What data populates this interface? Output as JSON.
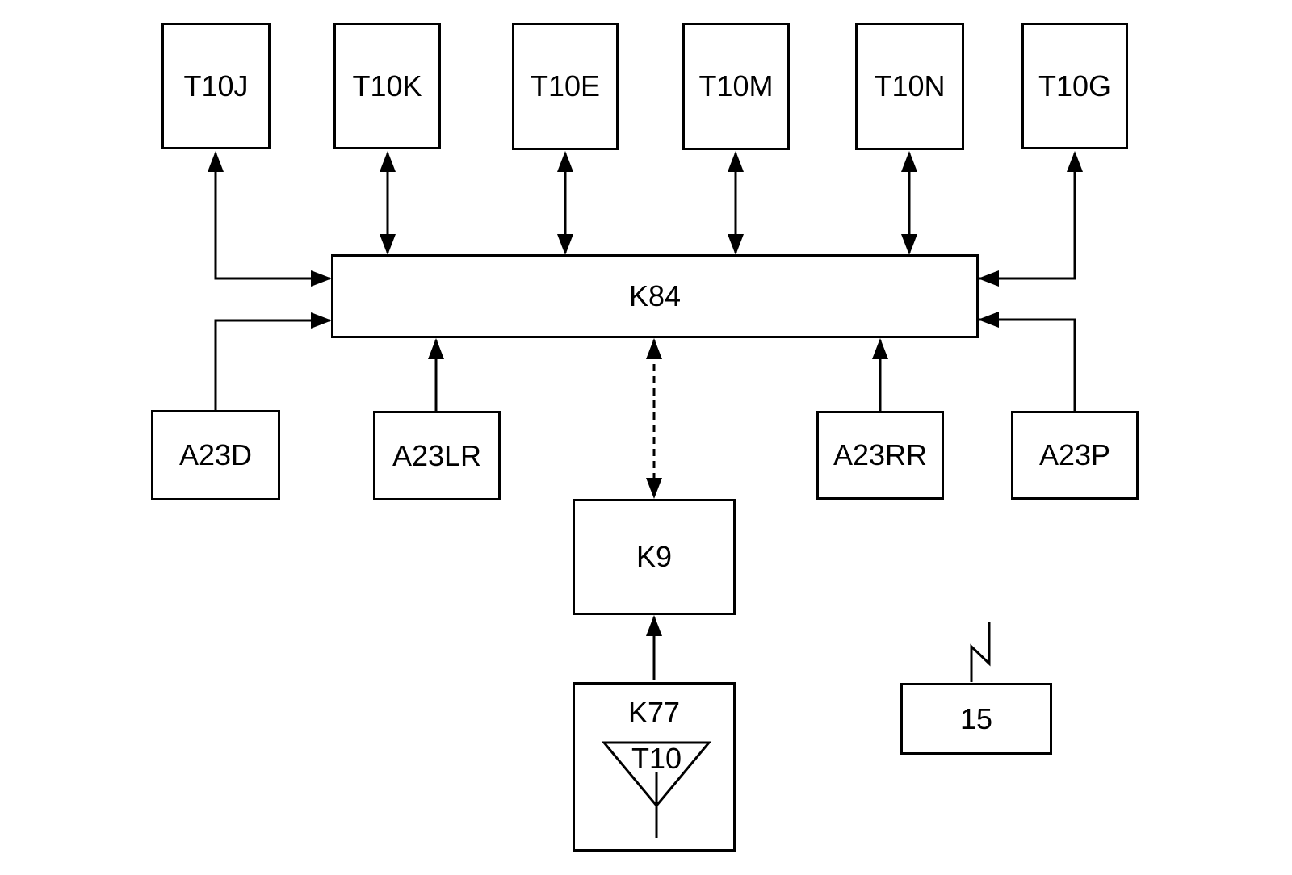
{
  "figure": {
    "background_color": "#ffffff",
    "line_color": "#000000",
    "nodes": {
      "t10j": {
        "label": "T10J"
      },
      "t10k": {
        "label": "T10K"
      },
      "t10e": {
        "label": "T10E"
      },
      "t10m": {
        "label": "T10M"
      },
      "t10n": {
        "label": "T10N"
      },
      "t10g": {
        "label": "T10G"
      },
      "k84": {
        "label": "K84"
      },
      "a23d": {
        "label": "A23D"
      },
      "a23lr": {
        "label": "A23LR"
      },
      "a23rr": {
        "label": "A23RR"
      },
      "a23p": {
        "label": "A23P"
      },
      "k9": {
        "label": "K9"
      },
      "k77": {
        "label": "K77"
      },
      "t10": {
        "label": "T10"
      },
      "unit15": {
        "label": "15"
      }
    },
    "edges": [
      {
        "from": "T10J",
        "to": "K84",
        "style": "solid",
        "arrows": "both",
        "shape": "elbow"
      },
      {
        "from": "T10K",
        "to": "K84",
        "style": "solid",
        "arrows": "both",
        "shape": "straight"
      },
      {
        "from": "T10E",
        "to": "K84",
        "style": "solid",
        "arrows": "both",
        "shape": "straight"
      },
      {
        "from": "T10M",
        "to": "K84",
        "style": "solid",
        "arrows": "both",
        "shape": "straight"
      },
      {
        "from": "T10N",
        "to": "K84",
        "style": "solid",
        "arrows": "both",
        "shape": "straight"
      },
      {
        "from": "T10G",
        "to": "K84",
        "style": "solid",
        "arrows": "both",
        "shape": "elbow"
      },
      {
        "from": "A23D",
        "to": "K84",
        "style": "solid",
        "arrows": "to",
        "shape": "elbow"
      },
      {
        "from": "A23LR",
        "to": "K84",
        "style": "solid",
        "arrows": "to",
        "shape": "straight"
      },
      {
        "from": "A23RR",
        "to": "K84",
        "style": "solid",
        "arrows": "to",
        "shape": "straight"
      },
      {
        "from": "A23P",
        "to": "K84",
        "style": "solid",
        "arrows": "to",
        "shape": "elbow"
      },
      {
        "from": "K84",
        "to": "K9",
        "style": "dashed",
        "arrows": "both",
        "shape": "straight"
      },
      {
        "from": "K77",
        "to": "K9",
        "style": "solid",
        "arrows": "to",
        "shape": "straight"
      }
    ],
    "symbols": [
      {
        "name": "antenna-triangle",
        "inside": "K77",
        "label": "T10"
      },
      {
        "name": "antenna-zigzag",
        "on_top_of": "15"
      }
    ]
  }
}
